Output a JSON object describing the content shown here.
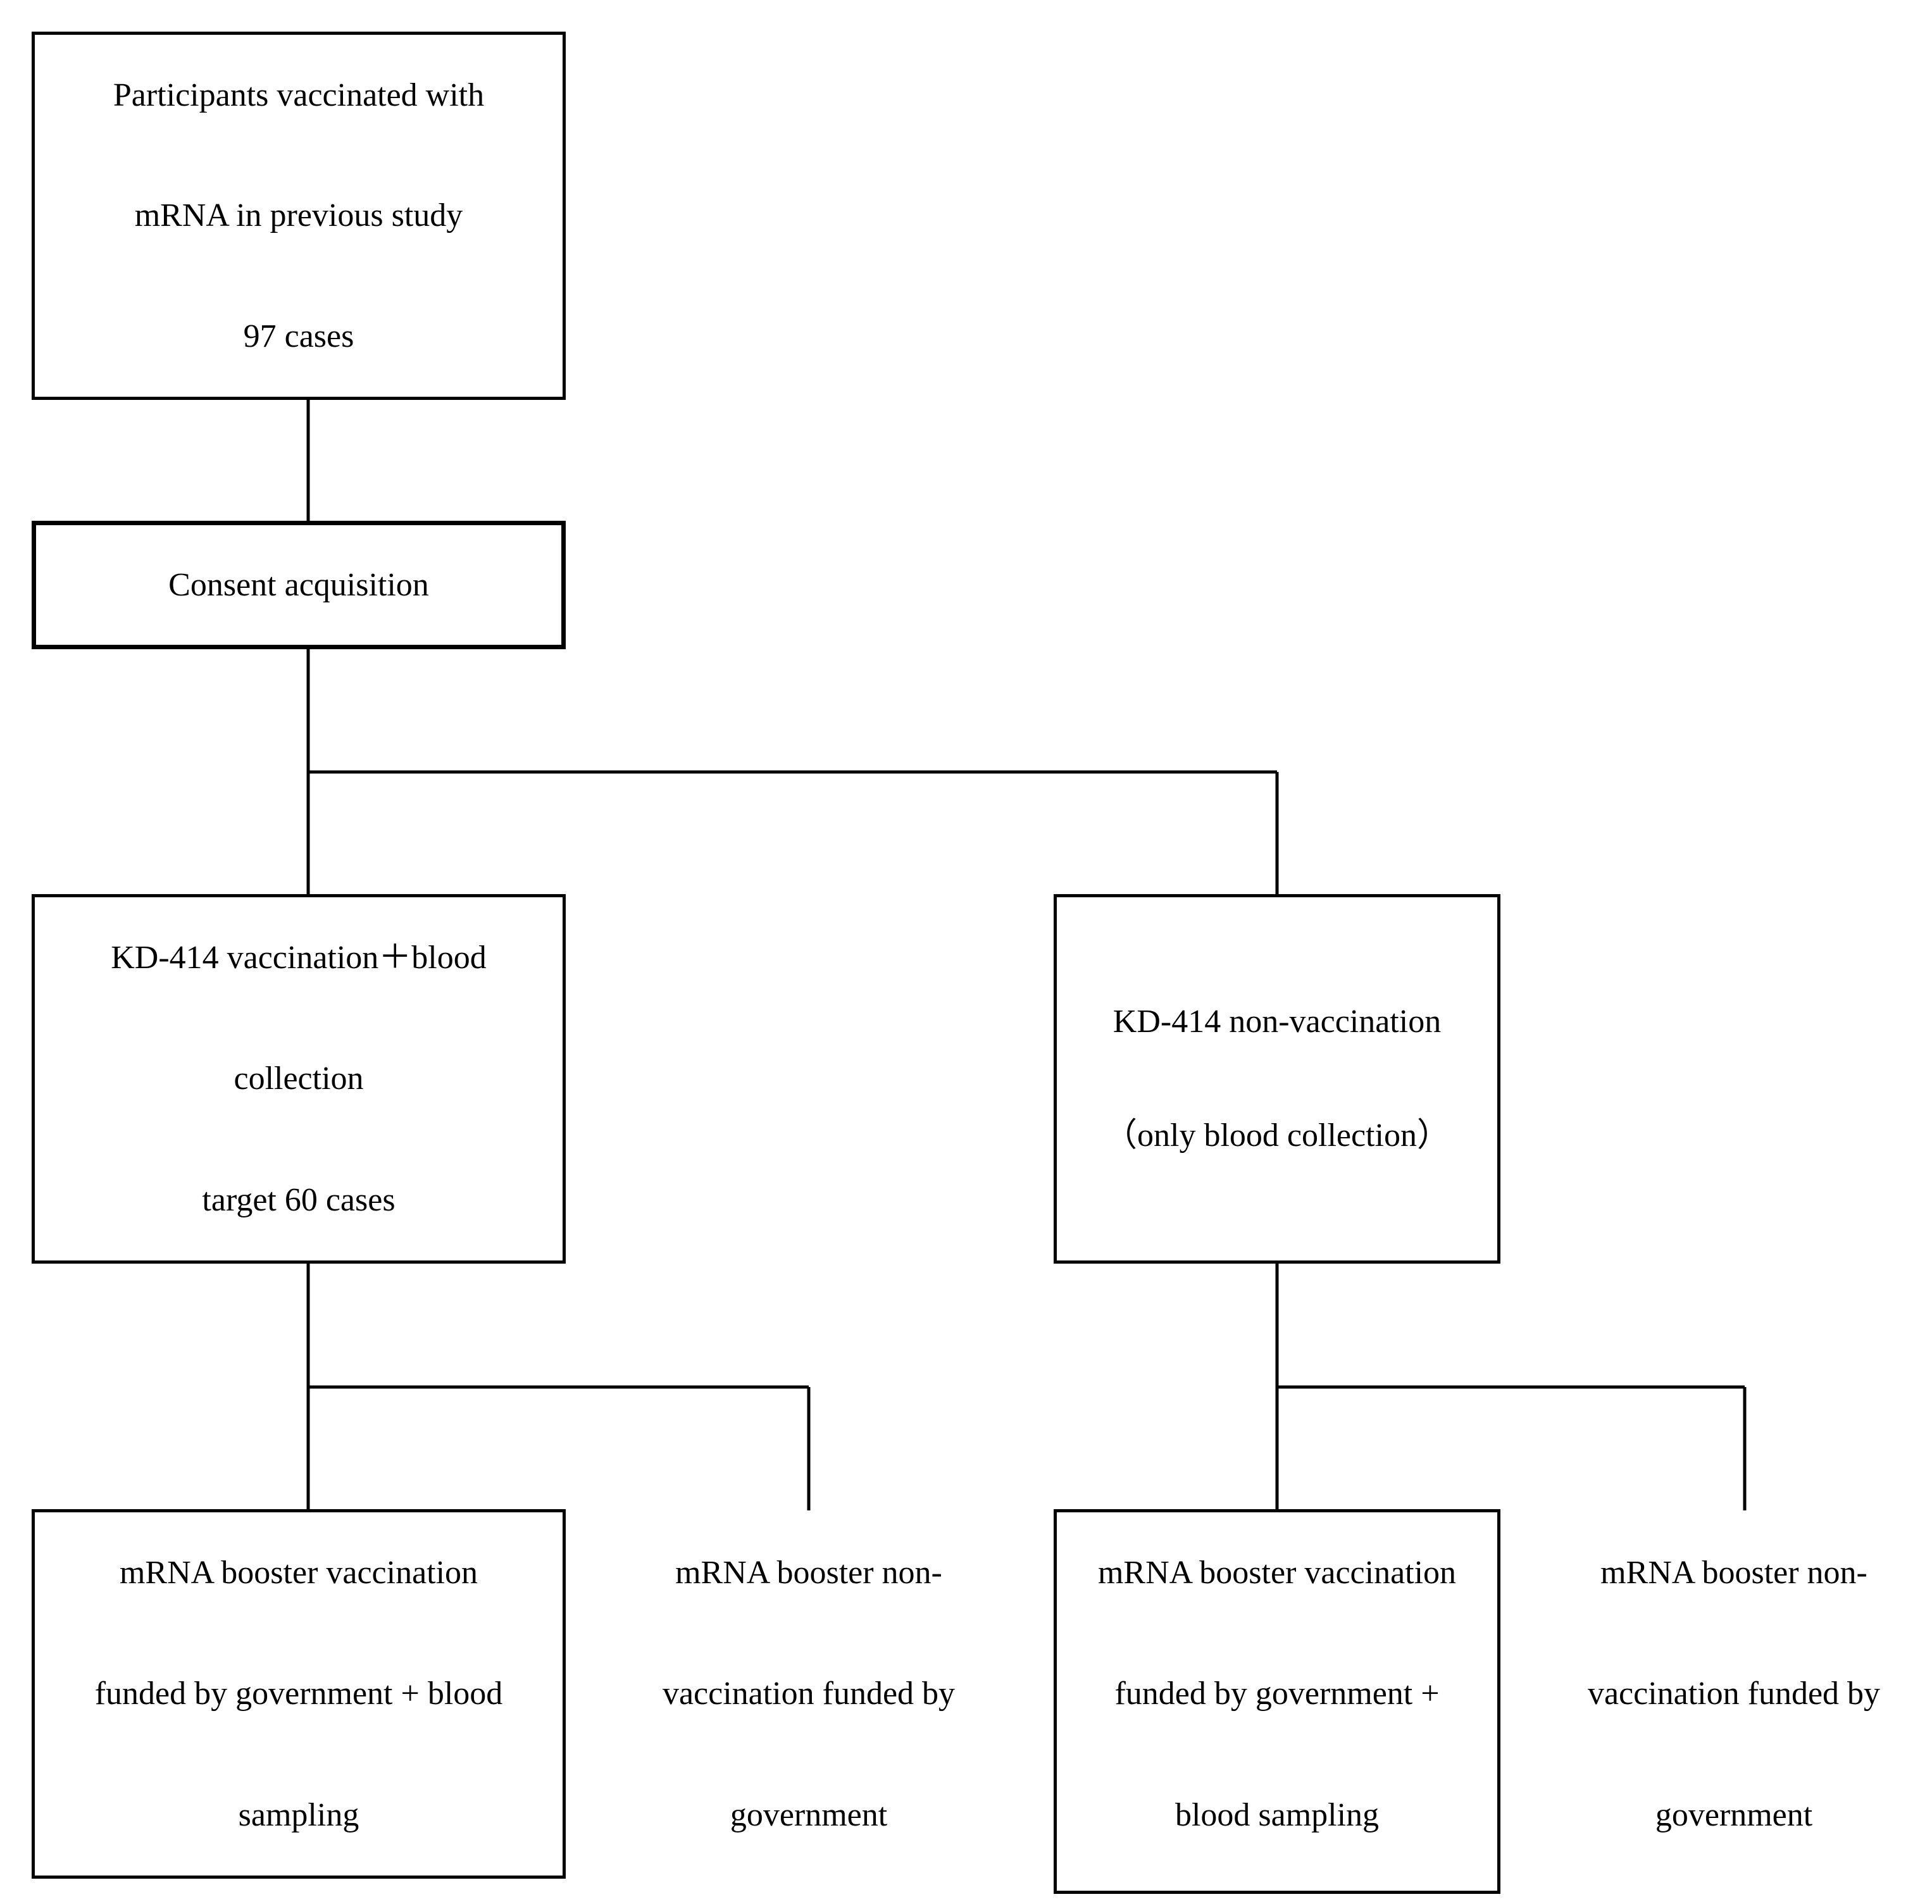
{
  "diagram": {
    "nodes": {
      "participants": {
        "lines": [
          "Participants vaccinated with",
          "mRNA in previous study",
          "97 cases"
        ]
      },
      "consent": {
        "lines": [
          "Consent acquisition"
        ]
      },
      "kd414_vaccination": {
        "lines": [
          "KD-414 vaccination＋blood",
          "collection",
          "target 60 cases"
        ]
      },
      "kd414_non_vaccination": {
        "lines": [
          "KD-414 non-vaccination",
          "（only blood collection）"
        ]
      },
      "booster_a": {
        "lines": [
          "mRNA booster vaccination",
          "funded by government + blood",
          "sampling"
        ]
      },
      "non_booster_a": {
        "lines": [
          "mRNA booster non-",
          "vaccination funded by",
          "government"
        ]
      },
      "booster_b": {
        "lines": [
          "mRNA booster vaccination",
          "funded by government +",
          "blood sampling"
        ]
      },
      "non_booster_b": {
        "lines": [
          "mRNA booster non-",
          "vaccination funded by",
          "government"
        ]
      }
    },
    "edges": [
      {
        "from": "participants",
        "to": "consent"
      },
      {
        "from": "consent",
        "to": "kd414_vaccination"
      },
      {
        "from": "consent",
        "to": "kd414_non_vaccination"
      },
      {
        "from": "kd414_vaccination",
        "to": "booster_a"
      },
      {
        "from": "kd414_vaccination",
        "to": "non_booster_a"
      },
      {
        "from": "kd414_non_vaccination",
        "to": "booster_b"
      },
      {
        "from": "kd414_non_vaccination",
        "to": "non_booster_b"
      }
    ]
  }
}
